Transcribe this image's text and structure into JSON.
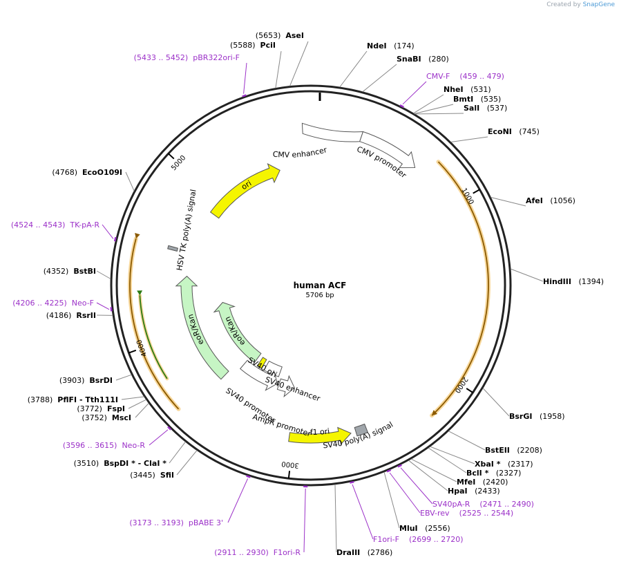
{
  "credit": {
    "prefix": "Created by",
    "brand": "SnapGene"
  },
  "plasmid": {
    "name": "human ACF",
    "length": 5706,
    "length_label": "5706 bp"
  },
  "colors": {
    "site_label": "#000000",
    "primer": "#9b30c8",
    "orf": "#c06a00",
    "orf_glow": "#f7d79a",
    "ori": "#f5f500",
    "promoter": "#ffffff",
    "neo": "#c6f5c4",
    "polyA": "#a0a6ab",
    "leader": "#888888"
  },
  "ticks": [
    {
      "bp": 1000,
      "label": "1000"
    },
    {
      "bp": 2000,
      "label": "2000"
    },
    {
      "bp": 3000,
      "label": "3000"
    },
    {
      "bp": 4000,
      "label": "4000"
    },
    {
      "bp": 5000,
      "label": "5000"
    }
  ],
  "sites": [
    {
      "name": "AseI",
      "pos": "(5653)",
      "bp": 5653
    },
    {
      "name": "PciI",
      "pos": "(5588)",
      "bp": 5588
    },
    {
      "name": "NdeI",
      "pos": "(174)",
      "bp": 174
    },
    {
      "name": "SnaBI",
      "pos": "(280)",
      "bp": 280
    },
    {
      "name": "NheI",
      "pos": "(531)",
      "bp": 531
    },
    {
      "name": "BmtI",
      "pos": "(535)",
      "bp": 535
    },
    {
      "name": "SalI",
      "pos": "(537)",
      "bp": 537
    },
    {
      "name": "EcoNI",
      "pos": "(745)",
      "bp": 745
    },
    {
      "name": "AfeI",
      "pos": "(1056)",
      "bp": 1056
    },
    {
      "name": "HindIII",
      "pos": "(1394)",
      "bp": 1394
    },
    {
      "name": "BsrGI",
      "pos": "(1958)",
      "bp": 1958
    },
    {
      "name": "BstEII",
      "pos": "(2208)",
      "bp": 2208
    },
    {
      "name": "XbaI *",
      "pos": "(2317)",
      "bp": 2317
    },
    {
      "name": "BclI *",
      "pos": "(2327)",
      "bp": 2327
    },
    {
      "name": "MfeI",
      "pos": "(2420)",
      "bp": 2420
    },
    {
      "name": "HpaI",
      "pos": "(2433)",
      "bp": 2433
    },
    {
      "name": "MluI",
      "pos": "(2556)",
      "bp": 2556
    },
    {
      "name": "DraIII",
      "pos": "(2786)",
      "bp": 2786
    },
    {
      "name": "SfiI",
      "pos": "(3445)",
      "bp": 3445
    },
    {
      "name": "BspDI * - ClaI *",
      "pos": "(3510)",
      "bp": 3510
    },
    {
      "name": "MscI",
      "pos": "(3752)",
      "bp": 3752
    },
    {
      "name": "FspI",
      "pos": "(3772)",
      "bp": 3772
    },
    {
      "name": "PflFI - Tth111I",
      "pos": "(3788)",
      "bp": 3788
    },
    {
      "name": "BsrDI",
      "pos": "(3903)",
      "bp": 3903
    },
    {
      "name": "RsrII",
      "pos": "(4186)",
      "bp": 4186
    },
    {
      "name": "BstBI",
      "pos": "(4352)",
      "bp": 4352
    },
    {
      "name": "EcoO109I",
      "pos": "(4768)",
      "bp": 4768
    }
  ],
  "primers": [
    {
      "name": "pBR322ori-F",
      "range": "(5433 .. 5452)",
      "bp": 5442
    },
    {
      "name": "CMV-F",
      "range": "(459 .. 479)",
      "bp": 469
    },
    {
      "name": "SV40pA-R",
      "range": "(2471 .. 2490)",
      "bp": 2480
    },
    {
      "name": "EBV-rev",
      "range": "(2525 .. 2544)",
      "bp": 2534
    },
    {
      "name": "F1ori-F",
      "range": "(2699 .. 2720)",
      "bp": 2709
    },
    {
      "name": "F1ori-R",
      "range": "(2911 .. 2930)",
      "bp": 2920
    },
    {
      "name": "pBABE 3'",
      "range": "(3173 .. 3193)",
      "bp": 3183
    },
    {
      "name": "Neo-R",
      "range": "(3596 .. 3615)",
      "bp": 3605
    },
    {
      "name": "Neo-F",
      "range": "(4206 .. 4225)",
      "bp": 4215
    },
    {
      "name": "TK-pA-R",
      "range": "(4524 .. 4543)",
      "bp": 4533
    }
  ],
  "features": [
    {
      "name": "ori",
      "kind": "ori"
    },
    {
      "name": "CMV enhancer",
      "kind": "promoter"
    },
    {
      "name": "CMV promoter",
      "kind": "promoter"
    },
    {
      "name": "HSV TK poly(A) signal",
      "kind": "polyA"
    },
    {
      "name": "NeoR/KanR",
      "kind": "neo-outer"
    },
    {
      "name": "NeoR/KanR",
      "kind": "neo-inner"
    },
    {
      "name": "SV40 ori",
      "kind": "ori"
    },
    {
      "name": "SV40 enhancer",
      "kind": "promoter"
    },
    {
      "name": "SV40 promoter",
      "kind": "promoter"
    },
    {
      "name": "AmpR promoter",
      "kind": "promoter"
    },
    {
      "name": "f1 ori",
      "kind": "ori"
    },
    {
      "name": "SV40 poly(A) signal",
      "kind": "polyA"
    }
  ]
}
